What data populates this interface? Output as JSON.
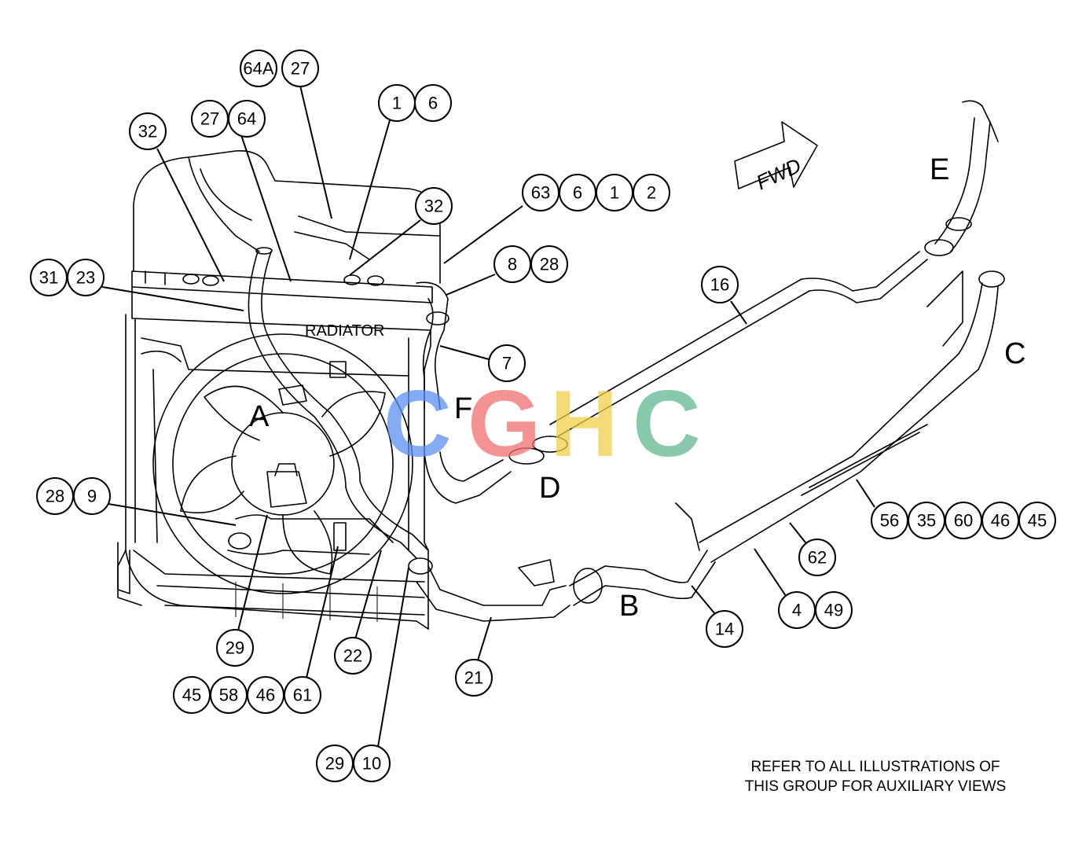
{
  "diagram_label": "RADIATOR",
  "direction_label": "FWD",
  "note_lines": [
    "REFER TO ALL ILLUSTRATIONS OF",
    "THIS GROUP FOR AUXILIARY VIEWS"
  ],
  "watermark": {
    "letters": [
      "C",
      "G",
      "H",
      "C"
    ],
    "colors": [
      "#5b8ff0",
      "#ef6f6f",
      "#f2cf4a",
      "#5fb88e"
    ]
  },
  "view_letters": [
    "A",
    "B",
    "C",
    "D",
    "E",
    "F"
  ],
  "callouts": {
    "c64a": "64A",
    "c27a": "27",
    "c1a": "1",
    "c6a": "6",
    "c32a": "32",
    "c27b": "27",
    "c64": "64",
    "c32b": "32",
    "c63": "63",
    "c6b": "6",
    "c1b": "1",
    "c2": "2",
    "c8": "8",
    "c28a": "28",
    "c31": "31",
    "c23": "23",
    "c16": "16",
    "c7": "7",
    "c28b": "28",
    "c9": "9",
    "c56": "56",
    "c35": "35",
    "c60": "60",
    "c46a": "46",
    "c45a": "45",
    "c62": "62",
    "c4": "4",
    "c49": "49",
    "c14": "14",
    "c29a": "29",
    "c22": "22",
    "c21": "21",
    "c45b": "45",
    "c58": "58",
    "c46b": "46",
    "c61": "61",
    "c29b": "29",
    "c10": "10"
  }
}
